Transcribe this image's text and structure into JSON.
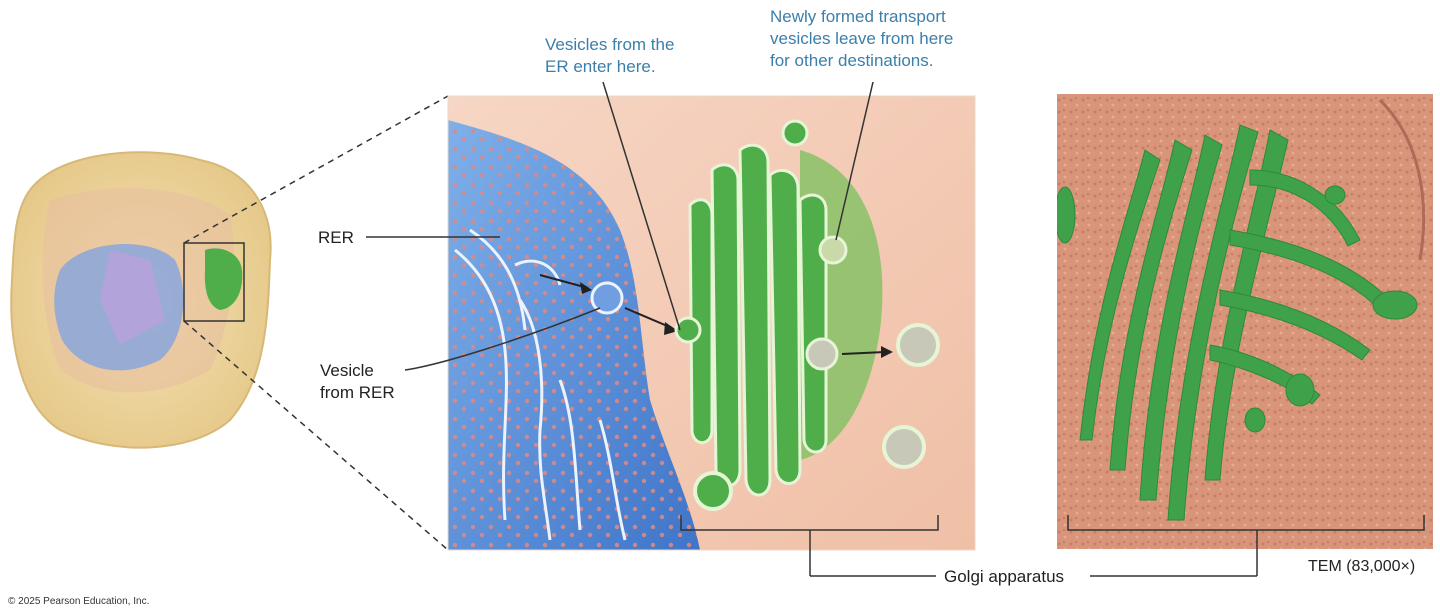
{
  "labels": {
    "vesicles_from_er": "Vesicles from the\nER enter here.",
    "newly_formed": "Newly formed transport\nvesicles leave from here\nfor other destinations.",
    "rer": "RER",
    "vesicle_from_rer": "Vesicle\nfrom RER",
    "golgi_apparatus": "Golgi apparatus",
    "tem_magnification": "TEM (83,000×)",
    "copyright": "© 2025 Pearson Education, Inc."
  },
  "colors": {
    "cell_fill": "#efd9a0",
    "rer_blue": "#5b8fd6",
    "golgi_green": "#4fae4a",
    "cytoplasm_pink": "#f3c8b2",
    "tem_background": "#d9957a",
    "callout_blue": "#3b7faa"
  }
}
